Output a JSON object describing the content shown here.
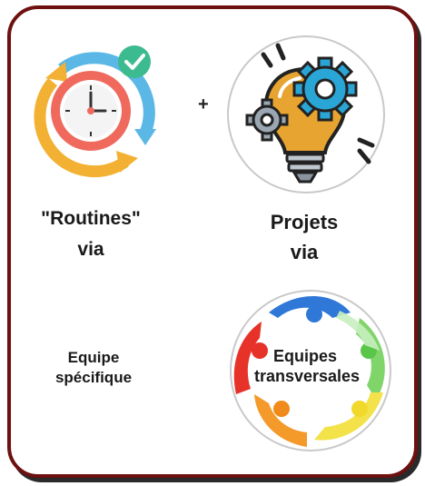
{
  "left": {
    "title": "\"Routines\"",
    "via": "via",
    "team": [
      "Equipe",
      "spécifique"
    ]
  },
  "operator": "+",
  "right": {
    "title": "Projets",
    "via": "via",
    "team": [
      "Equipes",
      "transversales"
    ]
  },
  "colors": {
    "frame": "#6e1010",
    "clock_face": "#ef6a5d",
    "arrow_blue": "#5ab7e6",
    "arrow_yellow": "#f3b133",
    "check_green": "#3dbb90",
    "bulb": "#e8a430",
    "gear_blue": "#2aa6d6",
    "gear_grey": "#9aa6b2"
  },
  "icons": [
    "clock-cycle-icon",
    "checkmark-badge-icon",
    "lightbulb-gears-icon",
    "team-circle-icon"
  ]
}
